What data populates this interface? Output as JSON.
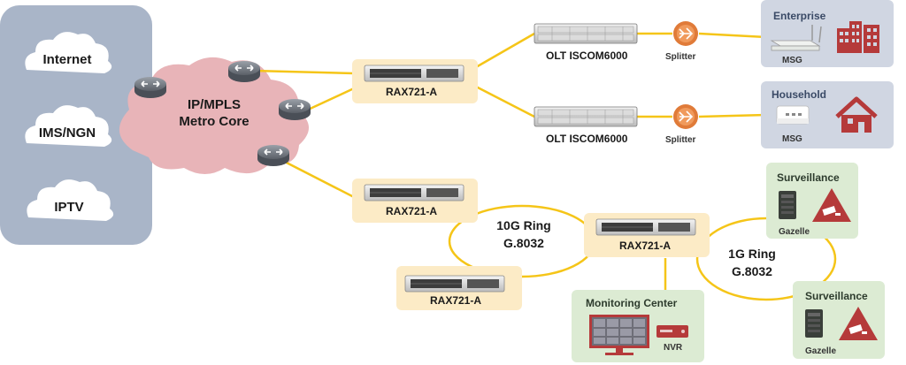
{
  "services": {
    "internet": "Internet",
    "ims": "IMS/NGN",
    "iptv": "IPTV"
  },
  "core": {
    "line1": "IP/MPLS",
    "line2": "Metro Core"
  },
  "rax": {
    "top": "RAX721-A",
    "mid": "RAX721-A",
    "center": "RAX721-A",
    "bottom": "RAX721-A"
  },
  "olt": {
    "top": "OLT ISCOM6000",
    "bottom": "OLT ISCOM6000"
  },
  "splitter": {
    "top": "Splitter",
    "bottom": "Splitter"
  },
  "enterprise": {
    "title": "Enterprise",
    "device": "MSG"
  },
  "household": {
    "title": "Household",
    "device": "MSG"
  },
  "surveillance_top": {
    "title": "Surveillance",
    "device": "Gazelle"
  },
  "surveillance_bottom": {
    "title": "Surveillance",
    "device": "Gazelle"
  },
  "monitoring": {
    "title": "Monitoring Center",
    "device": "NVR"
  },
  "ring10g": {
    "line1": "10G Ring",
    "line2": "G.8032"
  },
  "ring1g": {
    "line1": "1G Ring",
    "line2": "G.8032"
  },
  "colors": {
    "link": "#f5c518",
    "services_panel": "#a9b5c8",
    "core_cloud": "#e8b4b8",
    "rax_box": "#fcebc6",
    "customer_box": "#d0d6e2",
    "surveillance_box": "#dcebd3",
    "accent_red": "#b53a3a",
    "splitter_orange": "#e07b39"
  }
}
